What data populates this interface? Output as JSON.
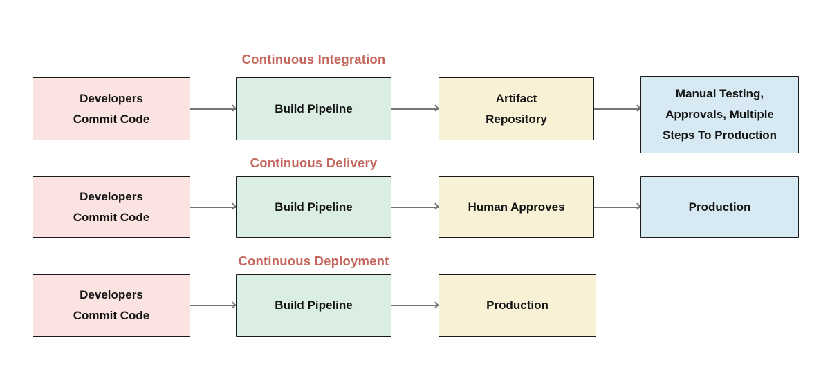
{
  "diagram": {
    "background": "#ffffff",
    "colors": {
      "pink": "#fae3e0",
      "green": "#daeee4",
      "yellow": "#f8f1d6",
      "blue": "#d7eaf3",
      "border": "#1a1a1a",
      "title": "#c4665c",
      "arrow": "#757575",
      "text": "#141414"
    },
    "sections": [
      {
        "title": "Continuous Integration",
        "nodes": [
          {
            "lines": [
              "Developers",
              "Commit Code"
            ]
          },
          {
            "lines": [
              "Build Pipeline"
            ]
          },
          {
            "lines": [
              "Artifact",
              "Repository"
            ]
          },
          {
            "lines": [
              "Manual Testing,",
              "Approvals, Multiple",
              "Steps To Production"
            ]
          }
        ]
      },
      {
        "title": "Continuous Delivery",
        "nodes": [
          {
            "lines": [
              "Developers",
              "Commit Code"
            ]
          },
          {
            "lines": [
              "Build Pipeline"
            ]
          },
          {
            "lines": [
              "Human Approves"
            ]
          },
          {
            "lines": [
              "Production"
            ]
          }
        ]
      },
      {
        "title": "Continuous Deployment",
        "nodes": [
          {
            "lines": [
              "Developers",
              "Commit Code"
            ]
          },
          {
            "lines": [
              "Build Pipeline"
            ]
          },
          {
            "lines": [
              "Production"
            ]
          }
        ]
      }
    ]
  }
}
